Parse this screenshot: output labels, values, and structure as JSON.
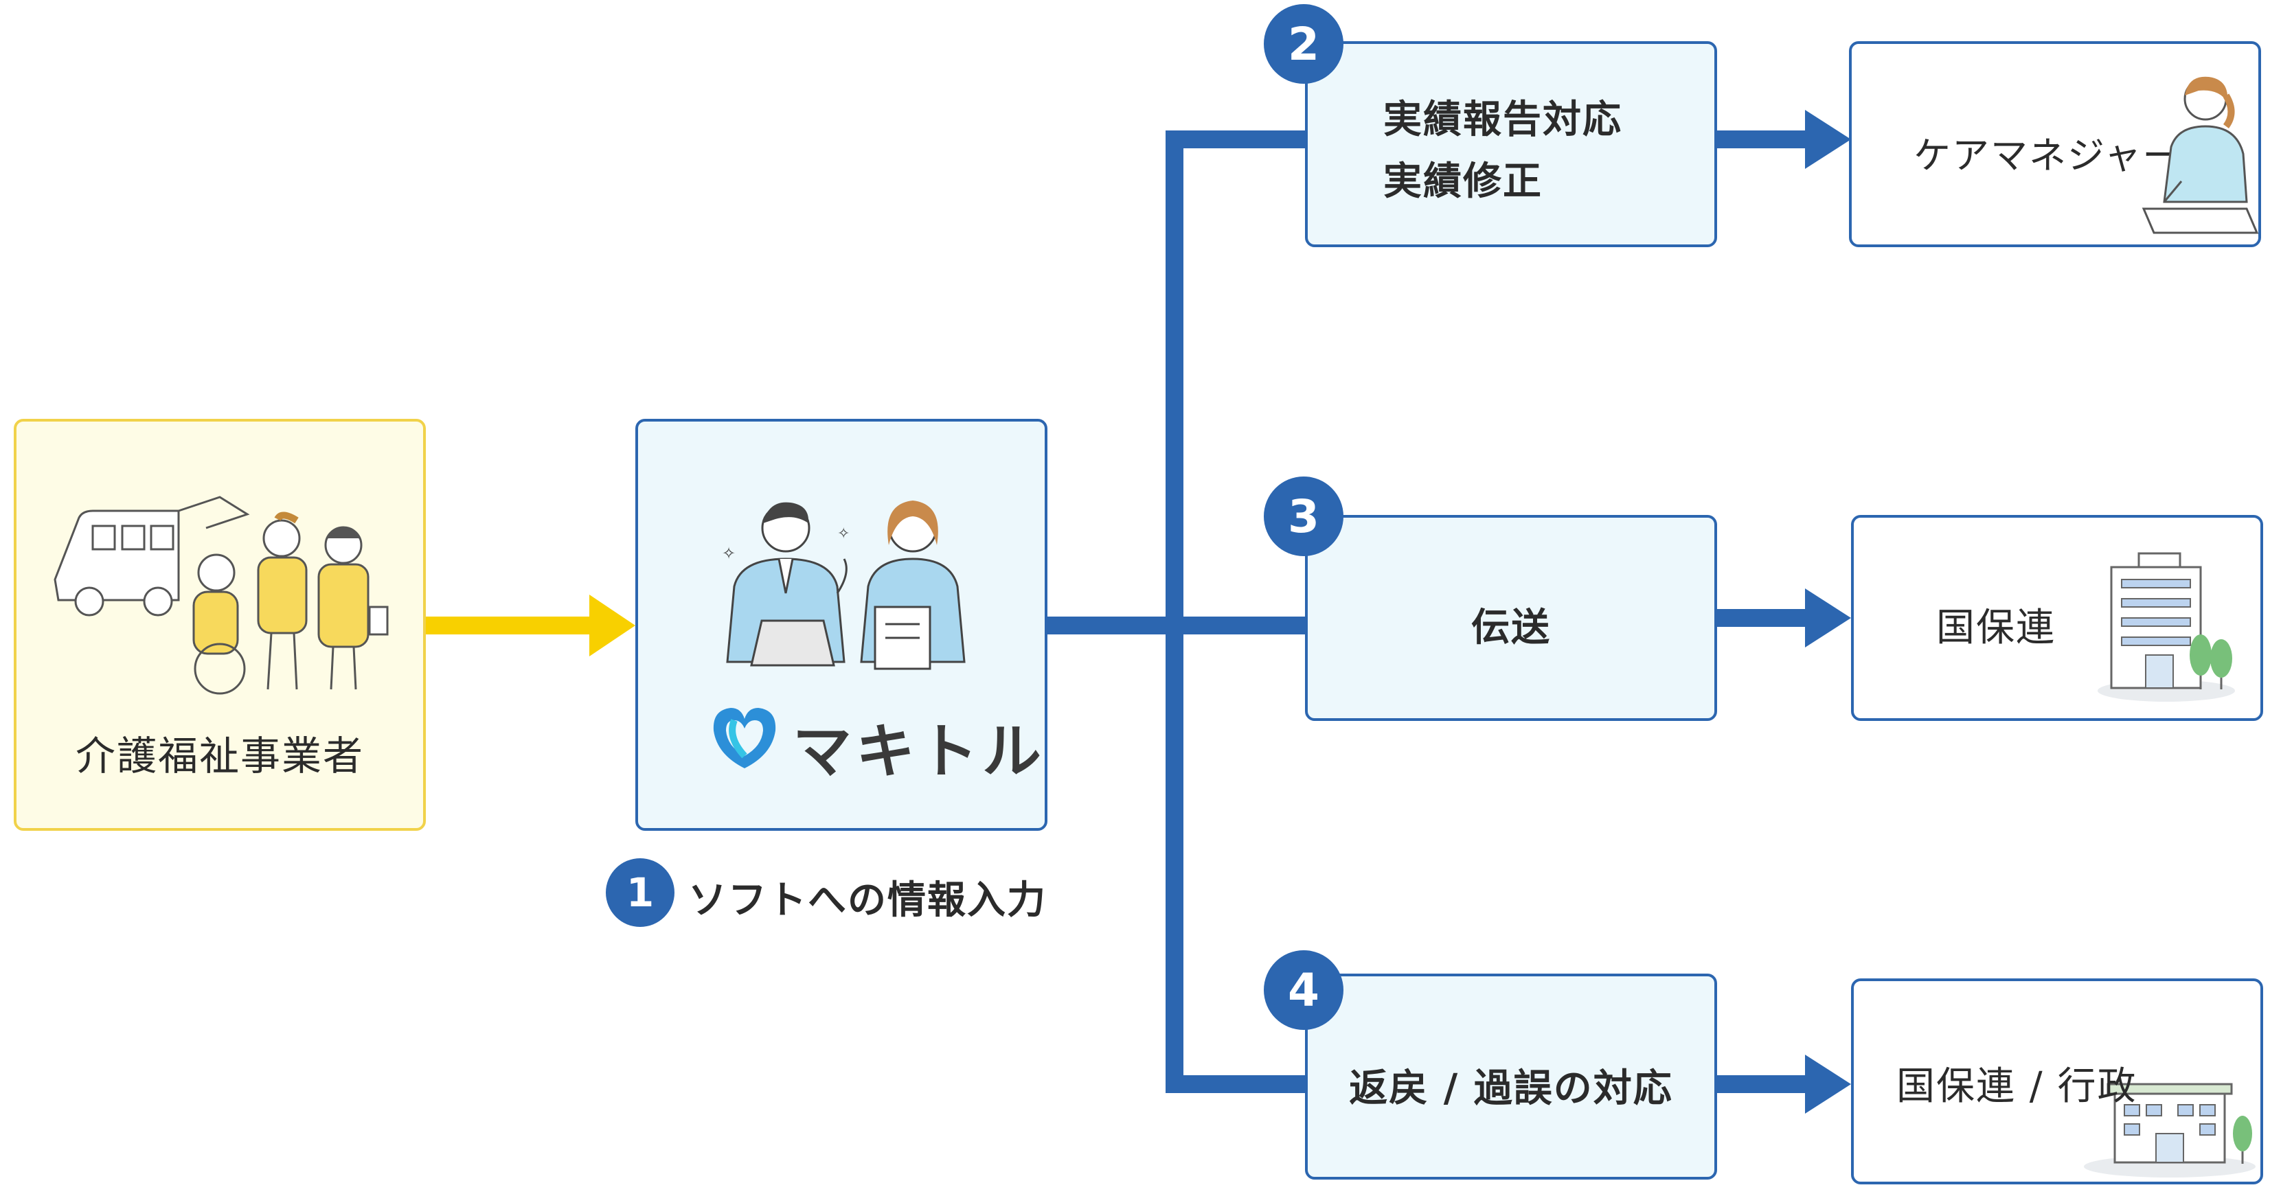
{
  "provider": {
    "label": "介護福祉事業者",
    "icon": "care-staff-illustration"
  },
  "software": {
    "logo_text": "マキトル",
    "icon": "staff-with-laptop-illustration"
  },
  "step1": {
    "number": "1",
    "label": "ソフトへの情報入力"
  },
  "step2": {
    "number": "2",
    "line1": "実績報告対応",
    "line2": "実績修正"
  },
  "step3": {
    "number": "3",
    "label": "伝送"
  },
  "step4": {
    "number": "4",
    "label": "返戻 / 過誤の対応"
  },
  "dest2": {
    "label": "ケアマネジャー",
    "icon": "care-manager-illustration"
  },
  "dest3": {
    "label": "国保連",
    "icon": "office-building-icon"
  },
  "dest4": {
    "label": "国保連 / 行政",
    "icon": "government-building-icon"
  },
  "colors": {
    "primary_blue": "#2c66b0",
    "arrow_yellow": "#f8d000",
    "provider_bg": "#fefce6",
    "soft_bg": "#edf8fc"
  }
}
